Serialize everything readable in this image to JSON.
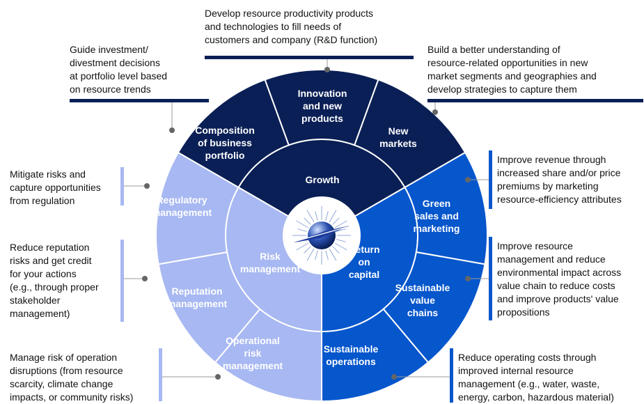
{
  "colors": {
    "growth": "#0a1f55",
    "risk": "#a7b8f2",
    "return": "#0656cc",
    "rule": "#4a4a4a",
    "dot": "#666666"
  },
  "center": {
    "growth": [
      "Growth"
    ],
    "risk": [
      "Risk",
      "management"
    ],
    "return": [
      "Return",
      "on",
      "capital"
    ],
    "emblem_icon": "compass-star-icon"
  },
  "segments": {
    "composition": [
      "Composition",
      "of business",
      "portfolio"
    ],
    "innovation": [
      "Innovation",
      "and new",
      "products"
    ],
    "new_markets": [
      "New",
      "markets"
    ],
    "green_sales": [
      "Green",
      "sales and",
      "marketing"
    ],
    "sustainable_value": [
      "Sustainable",
      "value",
      "chains"
    ],
    "sustainable_ops": [
      "Sustainable",
      "operations"
    ],
    "operational_risk": [
      "Operational",
      "risk",
      "management"
    ],
    "reputation": [
      "Reputation",
      "management"
    ],
    "regulatory": [
      "Regulatory",
      "management"
    ]
  },
  "notes": {
    "top": [
      "Develop resource productivity products",
      "and technologies to fill needs of",
      "customers and company (R&D function)"
    ],
    "top_left": [
      "Guide investment/",
      "divestment decisions",
      "at portfolio level based",
      "on resource trends"
    ],
    "top_right": [
      "Build a better understanding of",
      "resource-related opportunities in new",
      "market segments and geographies and",
      "develop strategies to capture them"
    ],
    "left_1": [
      "Mitigate risks and",
      "capture opportunities",
      "from regulation"
    ],
    "left_2": [
      "Reduce reputation",
      "risks and get credit",
      "for your actions",
      "(e.g., through proper",
      "stakeholder",
      "management)"
    ],
    "left_3": [
      "Manage risk of operation",
      "disruptions (from resource",
      "scarcity, climate change",
      "impacts, or community risks)"
    ],
    "right_1": [
      "Improve revenue through",
      "increased share and/or price",
      "premiums by marketing",
      "resource-efficiency attributes"
    ],
    "right_2": [
      "Improve resource",
      "management and reduce",
      "environmental impact across",
      "value chain to reduce costs",
      "and improve products' value",
      "propositions"
    ],
    "right_3": [
      "Reduce operating costs through",
      "improved internal resource",
      "management (e.g., water, waste,",
      "energy, carbon, hazardous material)"
    ]
  }
}
